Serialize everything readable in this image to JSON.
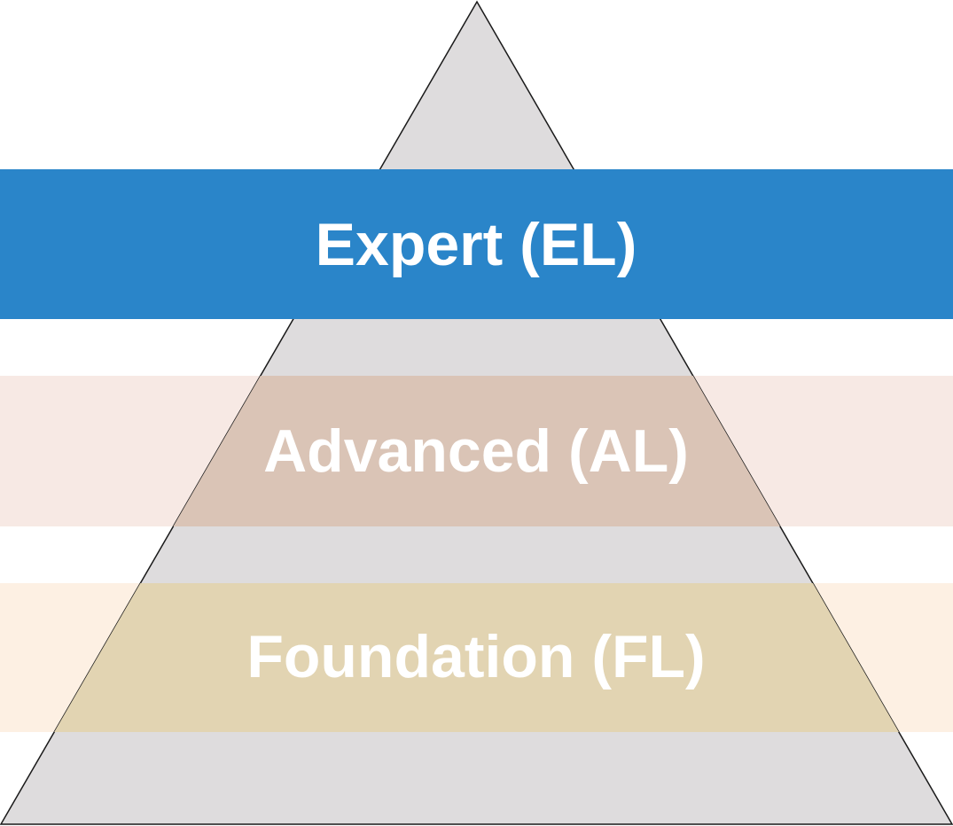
{
  "diagram": {
    "type": "pyramid",
    "levels": [
      {
        "id": "expert",
        "label": "Expert (EL)",
        "band_color": "#2a85c9"
      },
      {
        "id": "advanced",
        "label": "Advanced (AL)",
        "band_color": "#f7e9e4"
      },
      {
        "id": "foundation",
        "label": "Foundation (FL)",
        "band_color": "#fdf0e3"
      }
    ],
    "colors": {
      "pyramid_fill": "#dedcdd",
      "pyramid_stroke": "#1a1a1a",
      "advanced_inside": "#dac4b6",
      "foundation_inside": "#e2d4b2",
      "label_text": "#ffffff"
    }
  }
}
